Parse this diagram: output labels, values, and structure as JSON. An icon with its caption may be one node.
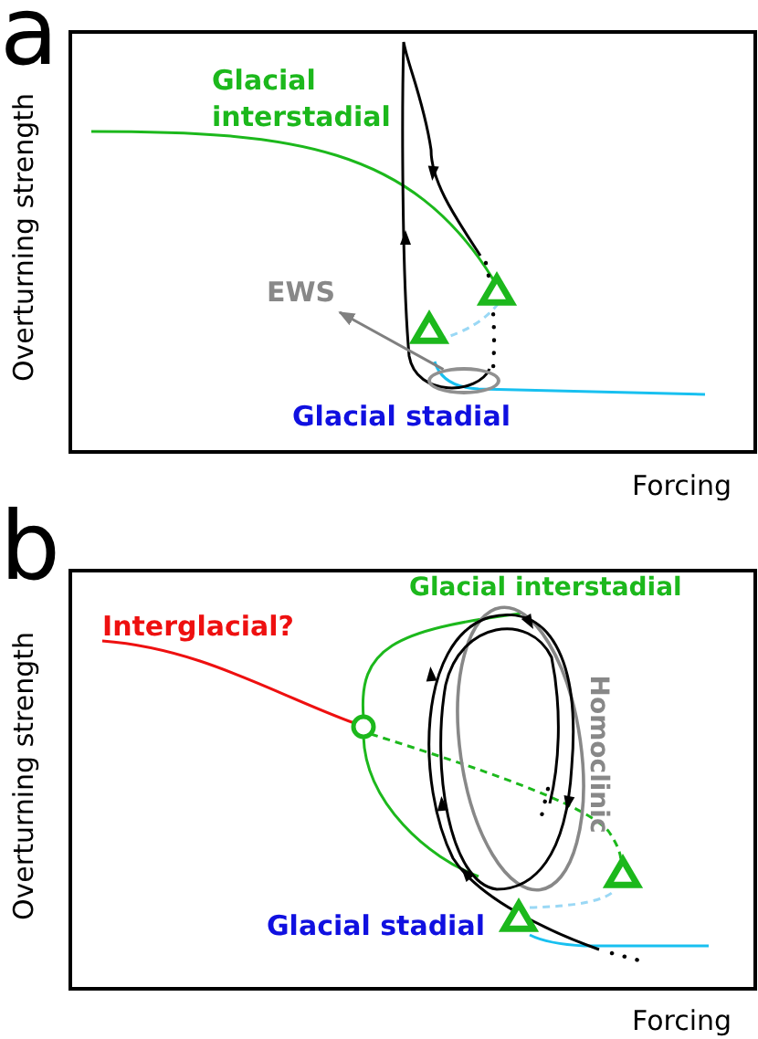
{
  "diagram": {
    "nodes": [
      {
        "text": [
          "EWS"
        ]
      },
      {
        "text": [],
        "shape": "ellipse"
      }
    ],
    "edges": [
      {
        "from": 1,
        "to": 0,
        "arrow": "to"
      }
    ],
    "labels": [
      "a",
      "Glacial interstadial",
      "Glacial stadial",
      "Overturning strength",
      "Forcing",
      "b",
      "Interglacial?",
      "Glacial interstadial",
      "Homoclinic",
      "Glacial stadial",
      "Overturning strength",
      "Forcing"
    ]
  }
}
